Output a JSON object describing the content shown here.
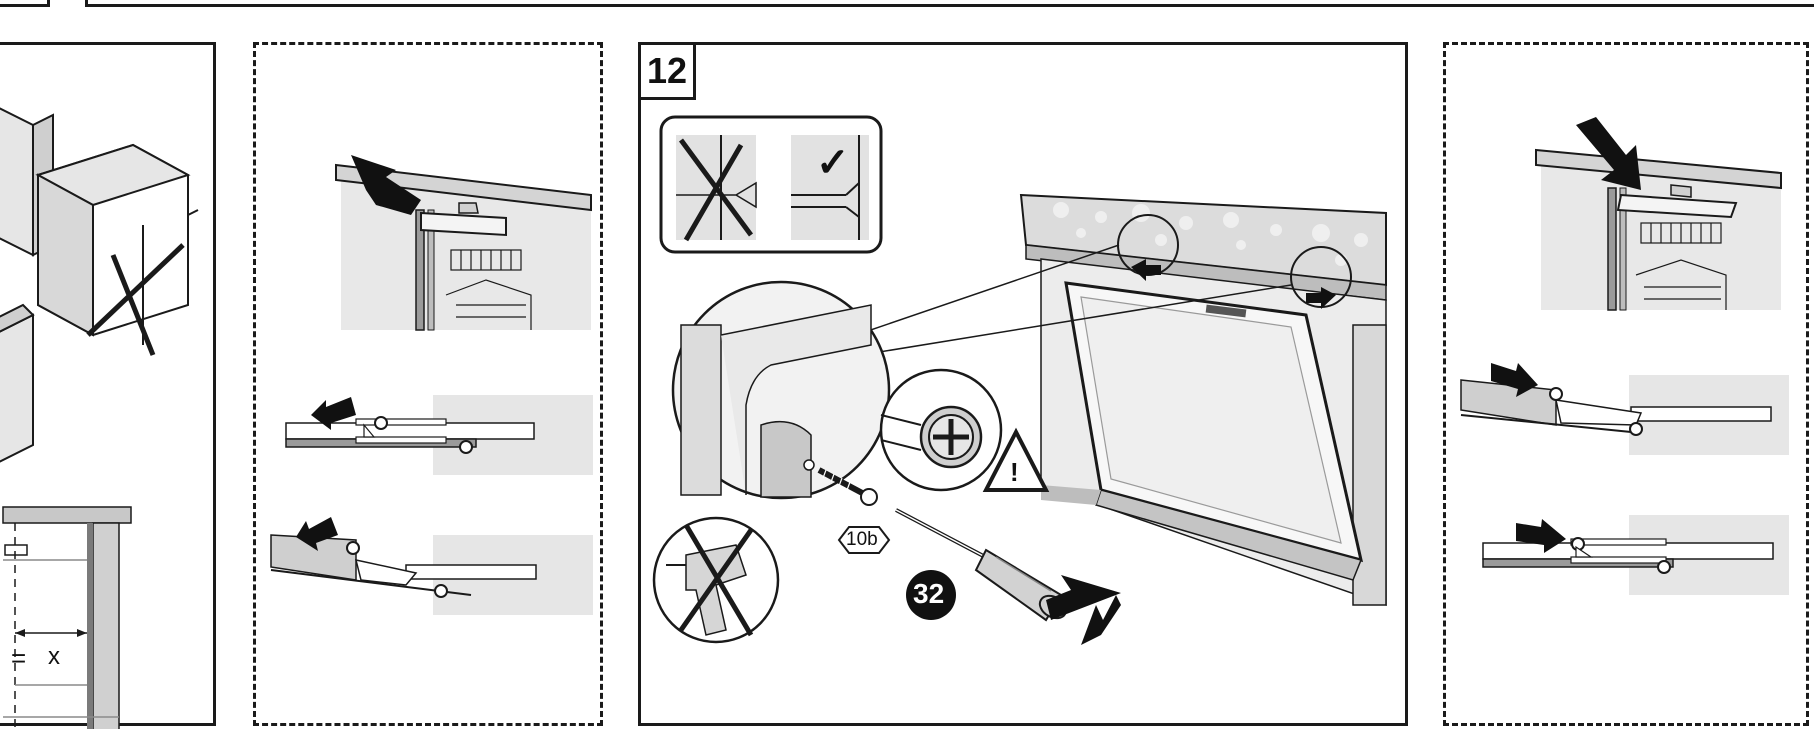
{
  "diagram": {
    "step_number": "12",
    "dimension_label": "x",
    "equal_sign": "=",
    "screw_part_label": "10b",
    "tool_number": "32",
    "warning_symbol": "!",
    "ok_symbol": "✓"
  },
  "colors": {
    "stroke": "#1a1a1a",
    "light_gray": "#e6e6e6",
    "mid_gray": "#cfcfcf",
    "dark_gray": "#9a9a9a"
  }
}
